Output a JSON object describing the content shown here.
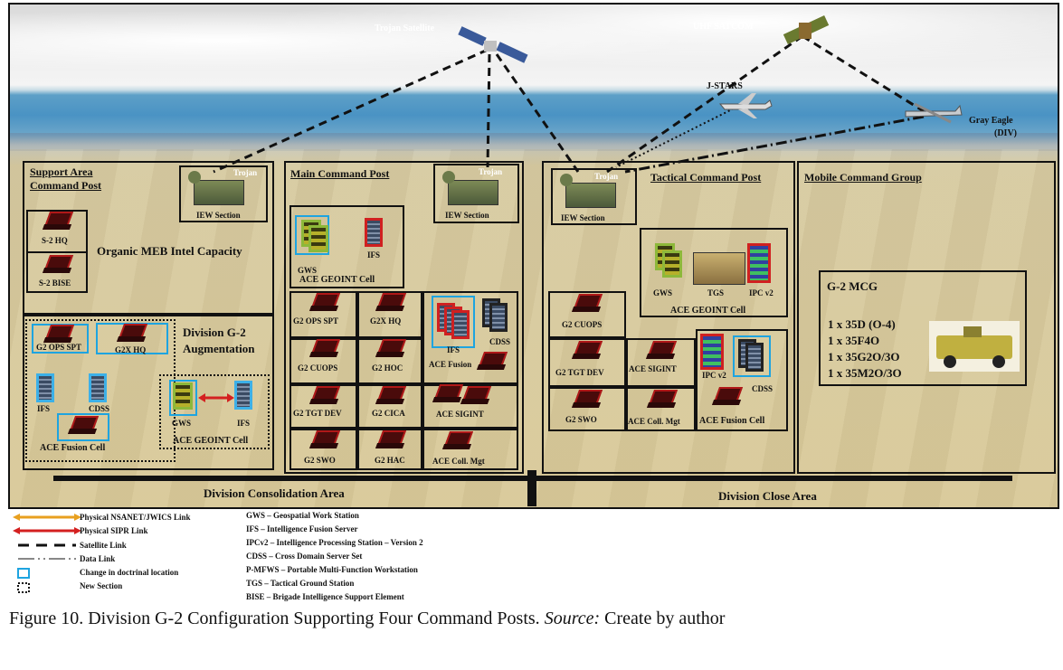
{
  "aircraft": {
    "trojan_satellite": "Trojan Satellite",
    "uhf_satcom": "UHF SATCOM",
    "jstars": "J-STARS",
    "gray_eagle": "Gray Eagle",
    "gray_eagle_sub": "(DIV)"
  },
  "support_area": {
    "title_line1": "Support Area",
    "title_line2": "Command Post",
    "trojan": "Trojan",
    "iew": "IEW Section",
    "s2hq": "S-2 HQ",
    "s2bise": "S-2 BISE",
    "organic": "Organic MEB Intel Capacity",
    "aug_line1": "Division G-2",
    "aug_line2": "Augmentation",
    "g2opsspt": "G2 OPS SPT",
    "g2xhq": "G2X HQ",
    "ifs": "IFS",
    "cdss": "CDSS",
    "ace_fusion": "ACE Fusion Cell",
    "gws": "GWS",
    "ifs2": "IFS",
    "ace_geoint": "ACE GEOINT Cell"
  },
  "main_cp": {
    "title": "Main Command Post",
    "trojan": "Trojan",
    "iew": "IEW Section",
    "gws": "GWS",
    "ifs": "IFS",
    "ace_geoint": "ACE GEOINT Cell",
    "cells": [
      "G2 OPS SPT",
      "G2X HQ",
      "G2 CUOPS",
      "G2 HOC",
      "G2 TGT DEV",
      "G2 CICA",
      "G2 SWO",
      "G2 HAC"
    ],
    "fusion_ifs": "IFS",
    "fusion_cdss": "CDSS",
    "ace_fusion": "ACE Fusion",
    "ace_sigint": "ACE SIGINT",
    "ace_coll": "ACE Coll. Mgt"
  },
  "tactical_cp": {
    "title": "Tactical Command Post",
    "trojan": "Trojan",
    "iew": "IEW Section",
    "gws": "GWS",
    "tgs": "TGS",
    "ipcv2": "IPC v2",
    "ace_geoint": "ACE GEOINT Cell",
    "g2cuops": "G2 CUOPS",
    "g2tgtdev": "G2 TGT DEV",
    "g2swo": "G2 SWO",
    "ace_sigint": "ACE SIGINT",
    "ace_coll": "ACE Coll. Mgt",
    "ipcv2b": "IPC v2",
    "cdss": "CDSS",
    "ace_fusion": "ACE Fusion Cell"
  },
  "mobile": {
    "title": "Mobile Command Group",
    "mcg": "G-2 MCG",
    "lines": [
      "1 x 35D (O-4)",
      "1 x 35F4O",
      "1 x 35G2O/3O",
      "1 x 35M2O/3O"
    ]
  },
  "areas": {
    "left": "Division Consolidation Area",
    "right": "Division Close Area"
  },
  "legend_left": [
    "Physical NSANET/JWICS  Link",
    "Physical SIPR Link",
    "Satellite Link",
    "Data Link",
    "Change in doctrinal location",
    "New Section"
  ],
  "legend_right": [
    "GWS – Geospatial Work Station",
    "IFS – Intelligence Fusion Server",
    "IPCv2 – Intelligence Processing Station – Version 2",
    "CDSS – Cross Domain Server Set",
    "P-MFWS – Portable Multi-Function Workstation",
    "TGS – Tactical Ground Station",
    "BISE – Brigade Intelligence Support Element"
  ],
  "colors": {
    "nsanet_link": "#e8a020",
    "sipr_link": "#d42020",
    "change_box": "#1ea4e0"
  },
  "caption": {
    "main": "Figure 10. Division G-2 Configuration Supporting Four Command Posts. ",
    "source_label": "Source:",
    "source_text": " Create by author"
  }
}
